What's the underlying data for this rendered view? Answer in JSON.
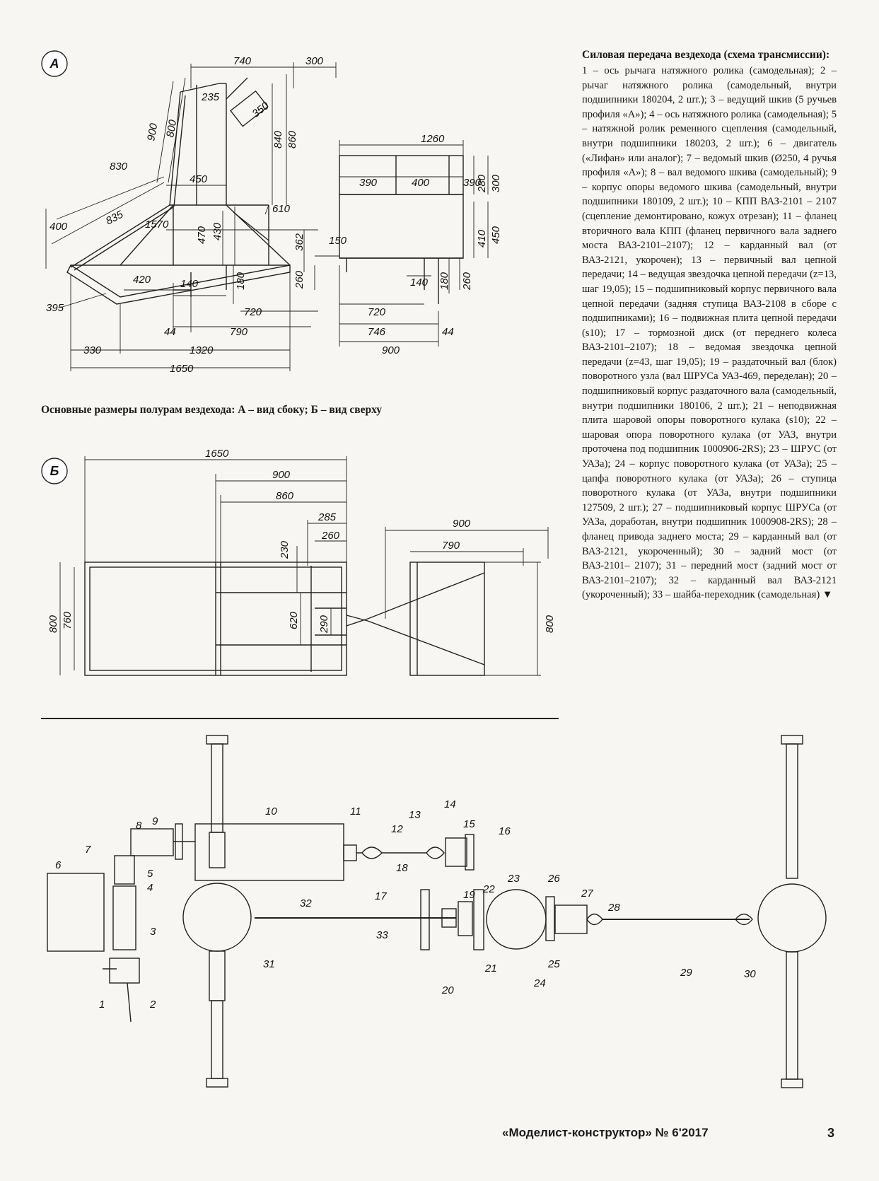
{
  "view_a": {
    "label": "А",
    "dims": [
      "740",
      "300",
      "235",
      "350",
      "900",
      "800",
      "840",
      "860",
      "830",
      "450",
      "1570",
      "835",
      "400",
      "610",
      "470",
      "430",
      "362",
      "150",
      "420",
      "140",
      "180",
      "260",
      "395",
      "720",
      "44",
      "790",
      "330",
      "1320",
      "1650"
    ],
    "right_dims": [
      "1260",
      "390",
      "400",
      "390",
      "280",
      "300",
      "410",
      "450",
      "140",
      "180",
      "260",
      "720",
      "746",
      "44",
      "900"
    ]
  },
  "caption": "Основные размеры полурам вездехода: А – вид сбоку; Б – вид сверху",
  "view_b": {
    "label": "Б",
    "dims": [
      "1650",
      "900",
      "860",
      "285",
      "260",
      "230",
      "800",
      "760",
      "620",
      "290"
    ],
    "right_dims": [
      "900",
      "790",
      "800"
    ]
  },
  "legend": {
    "title": "Силовая передача вездехода (схема трансмиссии):",
    "text": "1 – ось рычага натяжного ролика (самодельная); 2 – рычаг натяжного ролика (самодельный, внутри подшипники 180204, 2 шт.); 3 – ведущий шкив (5 ручьев профиля «А»); 4 – ось натяжного ролика (самодельная); 5 – натяжной ролик ременного сцепления (самодельный, внутри подшипники 180203, 2 шт.); 6 – двигатель («Лифан» или аналог); 7 – ведомый шкив (Ø250, 4 ручья профиля «А»); 8 – вал ведомого шкива (самодельный); 9 – корпус опоры ведомого шкива (самодельный, внутри подшипники 180109, 2 шт.); 10 – КПП ВАЗ-2101 – 2107 (сцепление демонтировано, кожух отрезан); 11 – фланец вторичного вала КПП (фланец первичного вала заднего моста ВАЗ-2101–2107); 12 – карданный вал (от ВАЗ-2121, укорочен); 13 – первичный вал цепной передачи; 14 – ведущая звездочка цепной передачи (z=13, шаг 19,05); 15 – подшипниковый корпус первичного вала цепной передачи (задняя ступица ВАЗ-2108 в сборе с подшипниками); 16 – подвижная плита цепной передачи (s10); 17 – тормозной диск (от переднего колеса ВАЗ-2101–2107); 18 – ведомая звездочка цепной передачи (z=43, шаг 19,05); 19 – раздаточный вал (блок) поворотного узла (вал ШРУСа УАЗ-469, переделан); 20 – подшипниковый корпус раздаточного вала (самодельный, внутри подшипники 180106, 2 шт.); 21 – неподвижная плита шаровой опоры поворотного кулака (s10); 22 – шаровая опора поворотного кулака (от УАЗ, внутри проточена под подшипник 1000906-2RS); 23 – ШРУС (от УАЗа); 24 – корпус поворотного кулака (от УАЗа); 25 – цапфа поворотного кулака (от УАЗа); 26 – ступица поворотного кулака (от УАЗа, внутри подшипники 127509, 2 шт.); 27 – подшипниковый корпус ШРУСа (от УАЗа, доработан, внутри подшипник 1000908-2RS); 28 – фланец привода заднего моста; 29 – карданный вал (от ВАЗ-2121, укороченный); 30 – задний мост (от ВАЗ-2101– 2107); 31 – передний мост (задний мост от ВАЗ-2101–2107); 32 – карданный вал ВАЗ-2121 (укороченный); 33 – шайба-переходник (самодельная)",
    "end_mark": "▼"
  },
  "scheme": {
    "numbers": [
      "1",
      "2",
      "3",
      "4",
      "5",
      "6",
      "7",
      "8",
      "9",
      "10",
      "11",
      "12",
      "13",
      "14",
      "15",
      "16",
      "17",
      "18",
      "19",
      "20",
      "21",
      "22",
      "23",
      "24",
      "25",
      "26",
      "27",
      "28",
      "29",
      "30",
      "31",
      "32",
      "33"
    ]
  },
  "footer": {
    "magazine": "«Моделист-конструктор» № 6'2017",
    "page": "3"
  }
}
